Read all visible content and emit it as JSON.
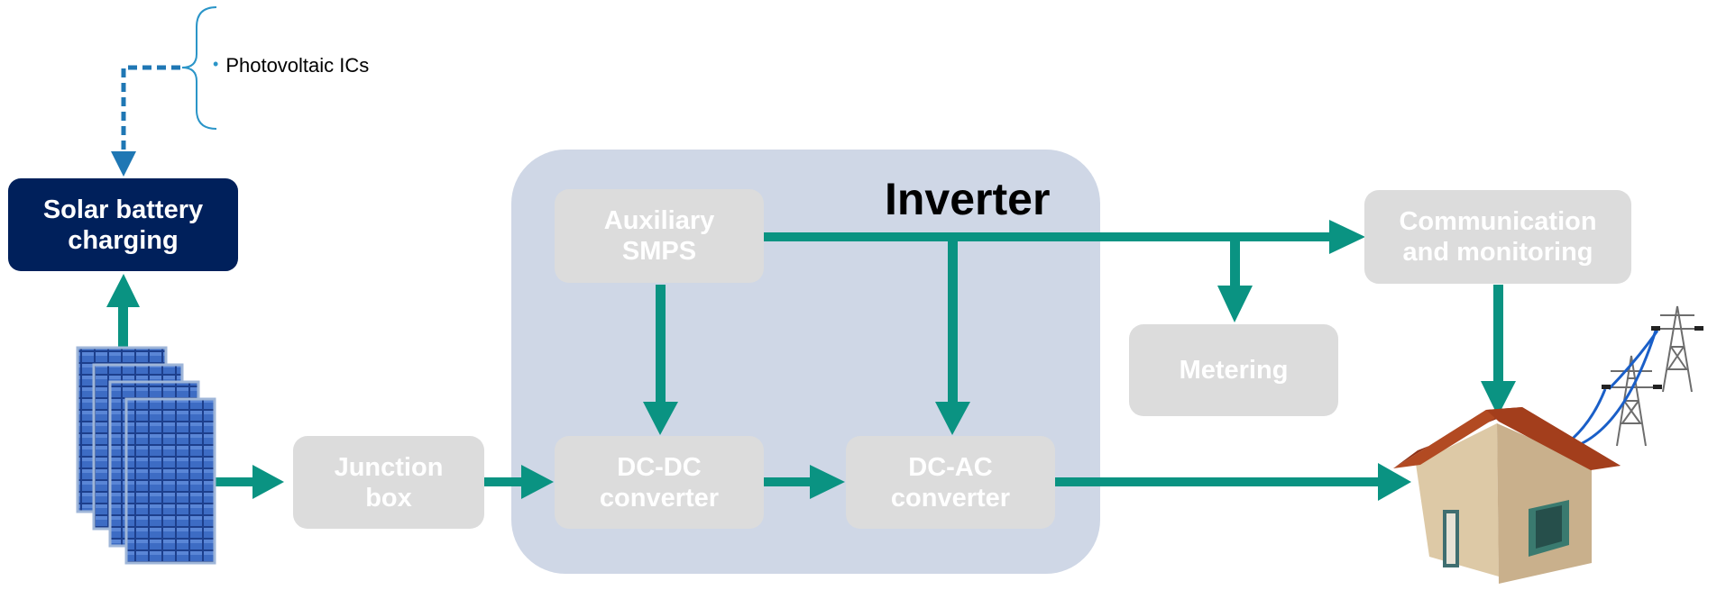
{
  "callout": {
    "bullet": "•",
    "label": "Photovoltaic ICs"
  },
  "solar_battery_charging": "Solar battery\ncharging",
  "inverter": {
    "title": "Inverter",
    "auxiliary_smps": "Auxiliary\nSMPS",
    "dc_dc_converter": "DC-DC\nconverter",
    "dc_ac_converter": "DC-AC\nconverter"
  },
  "junction_box": "Junction\nbox",
  "metering": "Metering",
  "communication": "Communication\nand monitoring",
  "icons": [
    "solar-panels-icon",
    "house-icon",
    "power-tower-icon"
  ],
  "colors": {
    "arrow": "#0a9382",
    "dashed_arrow": "#1f77b4",
    "highlight_box": "#00205b",
    "inactive_box": "#dcdcdc",
    "inverter_bg": "#cfd7e6"
  }
}
